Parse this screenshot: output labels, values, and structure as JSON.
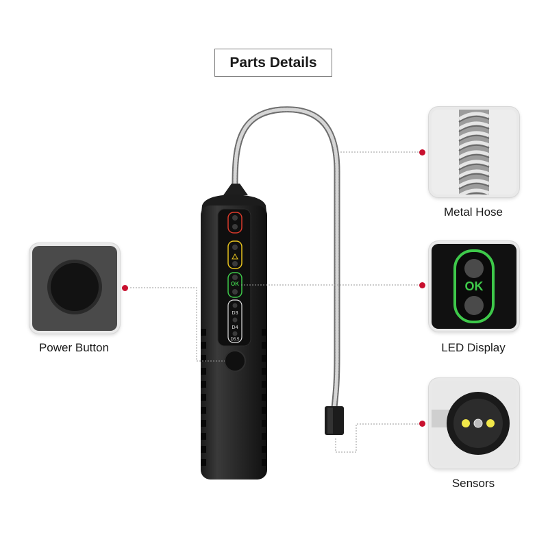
{
  "title": "Parts Details",
  "parts": {
    "power_button": {
      "label": "Power Button"
    },
    "metal_hose": {
      "label": "Metal Hose"
    },
    "led_display": {
      "label": "LED Display",
      "ok_text": "OK"
    },
    "sensors": {
      "label": "Sensors"
    }
  },
  "device": {
    "led_ok": "OK",
    "level_labels": [
      "D3",
      "D4",
      "D5.5"
    ]
  },
  "colors": {
    "accent_dot": "#c8102e",
    "led_green": "#3ec94a",
    "led_yellow": "#e6c21e",
    "led_red": "#d93a2b",
    "sensor_yellow": "#f2e84a"
  }
}
